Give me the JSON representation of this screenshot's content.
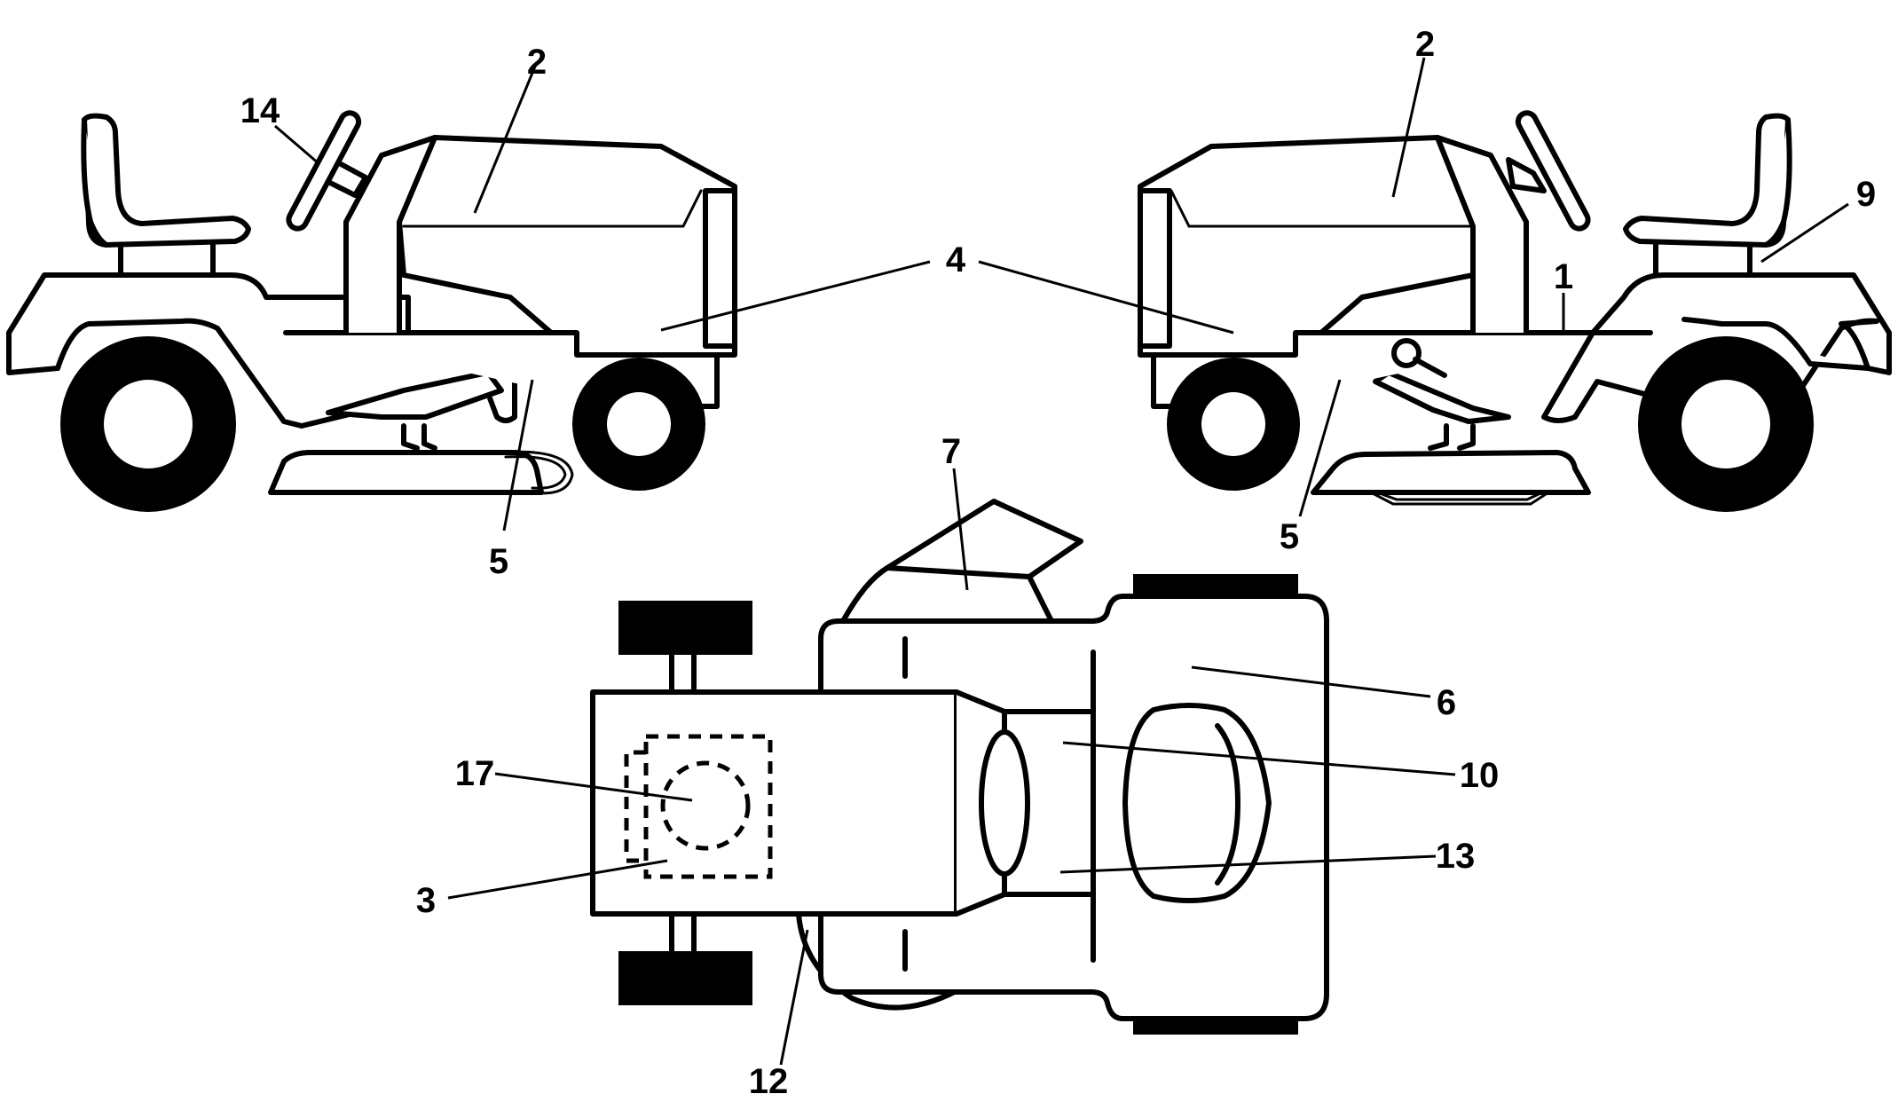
{
  "callouts": {
    "c2_left": "2",
    "c2_right": "2",
    "c14": "14",
    "c9": "9",
    "c1": "1",
    "c4": "4",
    "c5_left": "5",
    "c5_right": "5",
    "c7": "7",
    "c6": "6",
    "c10": "10",
    "c17": "17",
    "c13": "13",
    "c3": "3",
    "c12": "12"
  },
  "colors": {
    "line": "#000000",
    "fill": "#ffffff"
  }
}
